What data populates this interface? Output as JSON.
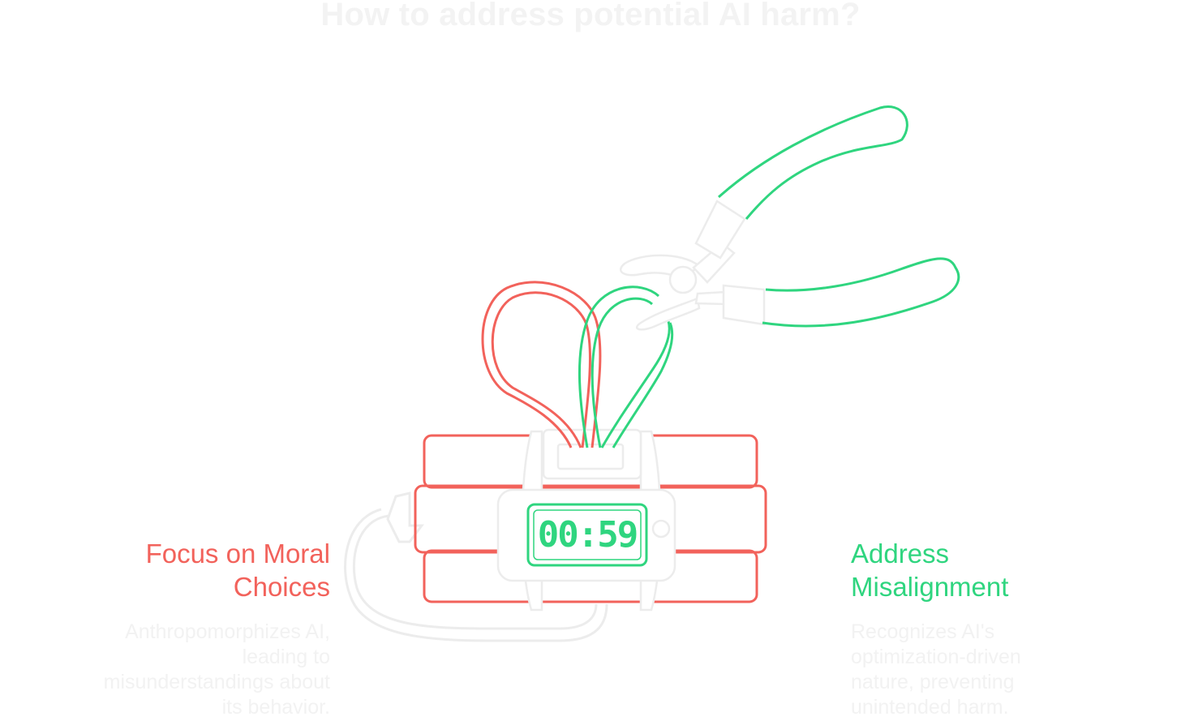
{
  "title": "How to address potential AI harm?",
  "timer": "00:59",
  "options": {
    "left": {
      "heading": "Focus on Moral Choices",
      "description": "Anthropomorphizes AI, leading to misunderstandings about its behavior."
    },
    "right": {
      "heading": "Address Misalignment",
      "description": "Recognizes AI's optimization-driven nature, preventing unintended harm."
    }
  },
  "icons": [
    "time-bomb-icon",
    "pliers-icon",
    "red-wire-icon",
    "green-wire-icon",
    "fuse-cable-icon"
  ],
  "colors": {
    "left_accent": "#f2625b",
    "right_accent": "#2fd57f",
    "muted_outline": "#eeeeee",
    "faded_text": "#f2f2f2"
  }
}
